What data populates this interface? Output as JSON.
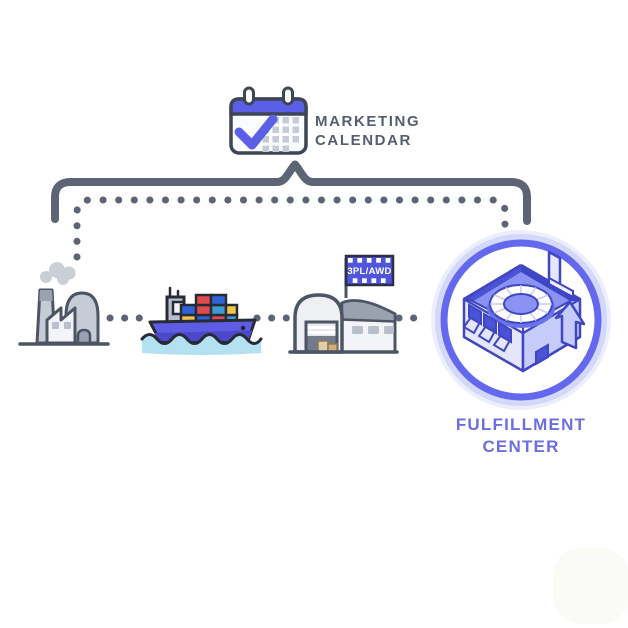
{
  "background": "#ffffff",
  "colors": {
    "background": "#ffffff",
    "line_slate": "#5c6476",
    "outline_dark": "#3e4554",
    "gray_outline": "#4d5564",
    "text_dark": "#565d6e",
    "accent_purple": "#5b5fe6",
    "indigo_text": "#6a6fe2",
    "ring_purple": "#6468ee",
    "ring_halo": "#cdd2fa",
    "lavender_light": "#e3e6fd",
    "lavender_mid": "#c6ccfa",
    "iso_deck": "#8a92f4",
    "iso_inner": "#4a52d6",
    "iso_outline": "#3f46c0",
    "gray_fill": "#c6ccd6",
    "gray_light": "#f3f4f7",
    "gray_mid": "#9aa2b0",
    "gray_window": "#b9c0cc",
    "ship_outline": "#262b36",
    "hull_purple": "#5d5ce2",
    "hull_dark": "#4b49c9",
    "water_blue": "#b3e1f2",
    "container_red": "#e04b4b",
    "container_blue": "#2e62d9",
    "container_teal": "#3e9bd6",
    "container_yellow": "#f2c449",
    "box_tan": "#e0cfa8",
    "box_tan_dark": "#cfae7c",
    "smoke_gray": "#c9ced7",
    "flag_purple": "#5055dd",
    "watermark": "#fafaf5"
  },
  "nodes": {
    "marketing_calendar": {
      "icon": "calendar-check-icon",
      "label_line1": "MARKETING",
      "label_line2": "CALENDAR"
    },
    "factory": {
      "icon": "factory-icon"
    },
    "cargo_ship": {
      "icon": "cargo-ship-icon"
    },
    "warehouse": {
      "icon": "warehouse-icon",
      "flag_label": "3PL/AWD"
    },
    "fulfillment_center": {
      "icon": "fulfillment-center-icon",
      "label_line1": "FULFILLMENT",
      "label_line2": "CENTER"
    }
  },
  "connections": {
    "brace": "marketing-calendar-to-flow-brace",
    "dotted_main": "calendar-dotted-drop-lines",
    "dotted_factory_ship": "factory-to-ship-dots",
    "dotted_ship_warehouse": "ship-to-warehouse-dots",
    "dotted_warehouse_fc": "warehouse-to-fulfillment-dots"
  }
}
